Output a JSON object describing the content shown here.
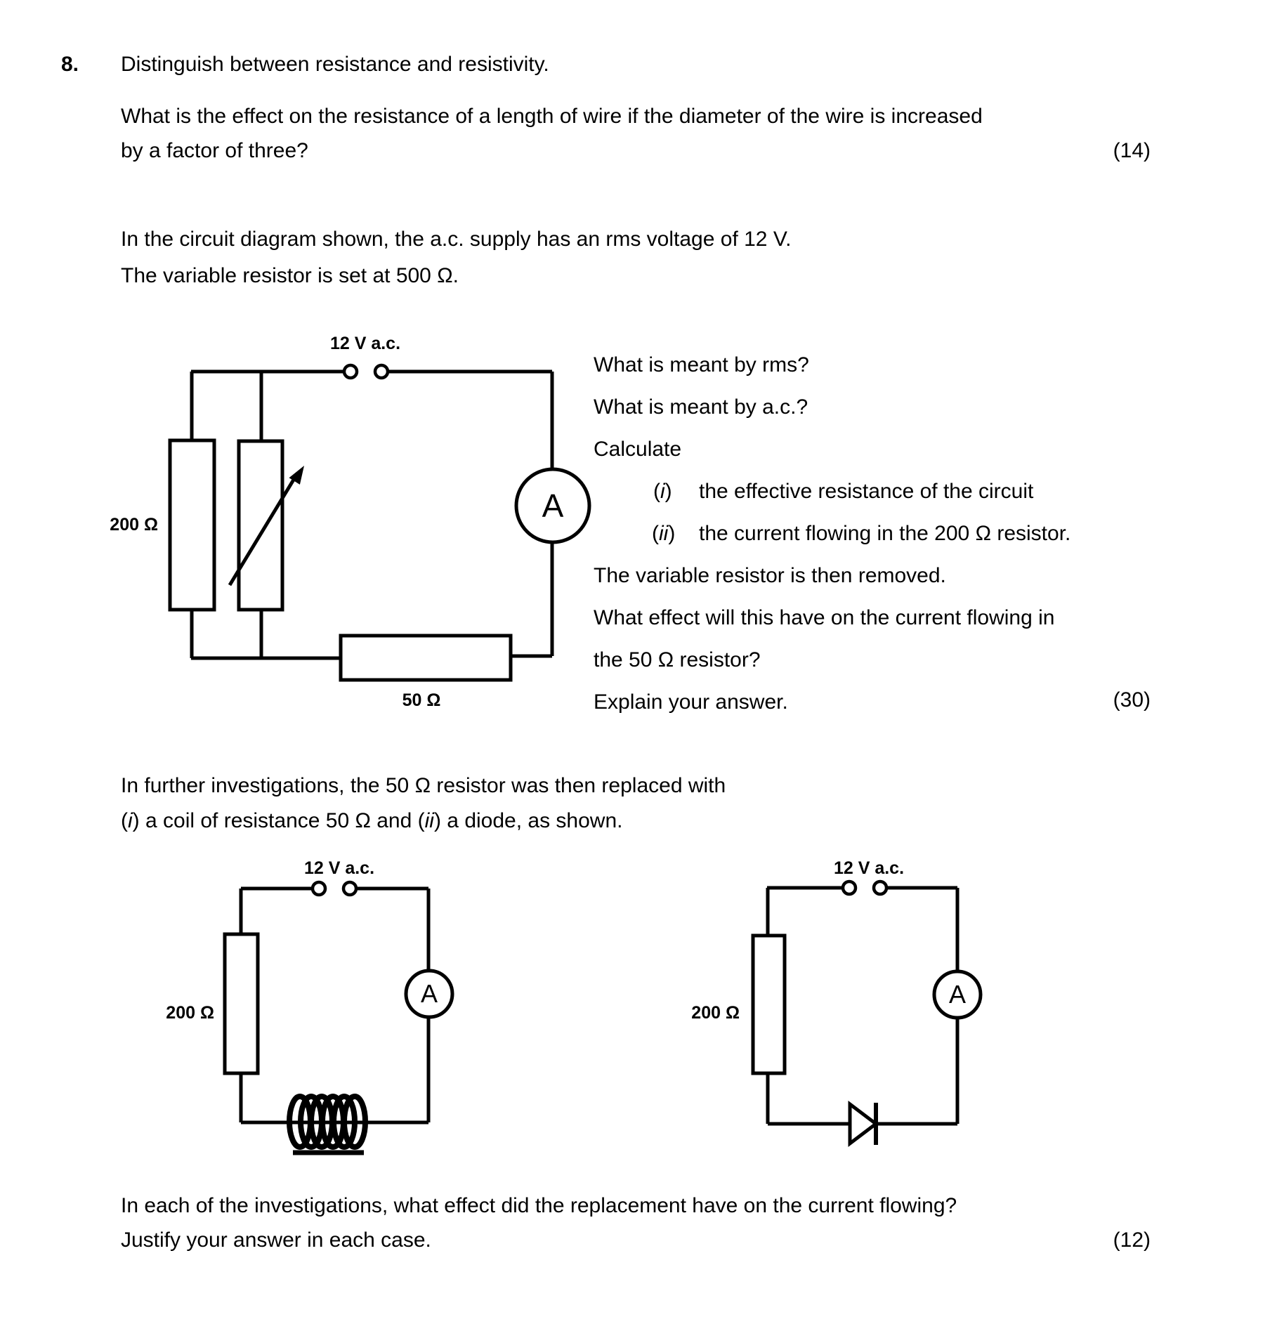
{
  "colors": {
    "text": "#000000",
    "background": "#ffffff",
    "line": "#000000"
  },
  "header": {
    "number": "8.",
    "line1": "Distinguish between resistance and resistivity.",
    "line2": "What is the effect on the resistance of a length of wire if the diameter of the wire is increased",
    "line3": "by a factor of three?",
    "marks": "(14)"
  },
  "intro": {
    "line1": "In the circuit diagram shown, the a.c. supply has an rms voltage of 12 V.",
    "line2": "The variable resistor is set at 500 Ω."
  },
  "circuit1": {
    "supply_label": "12 V a.c.",
    "parallel_resistor_label": "200 Ω",
    "series_resistor_label": "50 Ω",
    "ammeter_label": "A"
  },
  "questions_block": {
    "q1": "What is meant by rms?",
    "q2": "What is meant by a.c.?",
    "q3": "Calculate",
    "item1_open": "(",
    "item1_marker": "i",
    "item1_close": ")",
    "item1_text": "the effective resistance of the circuit",
    "item2_open": "(",
    "item2_marker": "ii",
    "item2_close": ")",
    "item2_text": "the current flowing in the 200 Ω resistor.",
    "q4": "The variable resistor is then removed.",
    "q5": "What effect will this have on the current flowing in",
    "q6": "the 50 Ω resistor?",
    "q7": "Explain your answer.",
    "marks": "(30)"
  },
  "further": {
    "line1": "In further investigations, the 50 Ω resistor was then replaced with",
    "line2_p1": "(",
    "line2_i1": "i",
    "line2_p2": ") a coil of resistance 50 Ω and (",
    "line2_i2": "ii",
    "line2_p3": ") a diode, as shown."
  },
  "circuit2": {
    "supply_label": "12 V a.c.",
    "resistor_label": "200 Ω",
    "ammeter_label": "A"
  },
  "circuit3": {
    "supply_label": "12 V a.c.",
    "resistor_label": "200 Ω",
    "ammeter_label": "A"
  },
  "footer": {
    "line1": "In each of the investigations, what effect did the replacement have on the current flowing?",
    "line2": "Justify your answer in each case.",
    "marks": "(12)"
  }
}
